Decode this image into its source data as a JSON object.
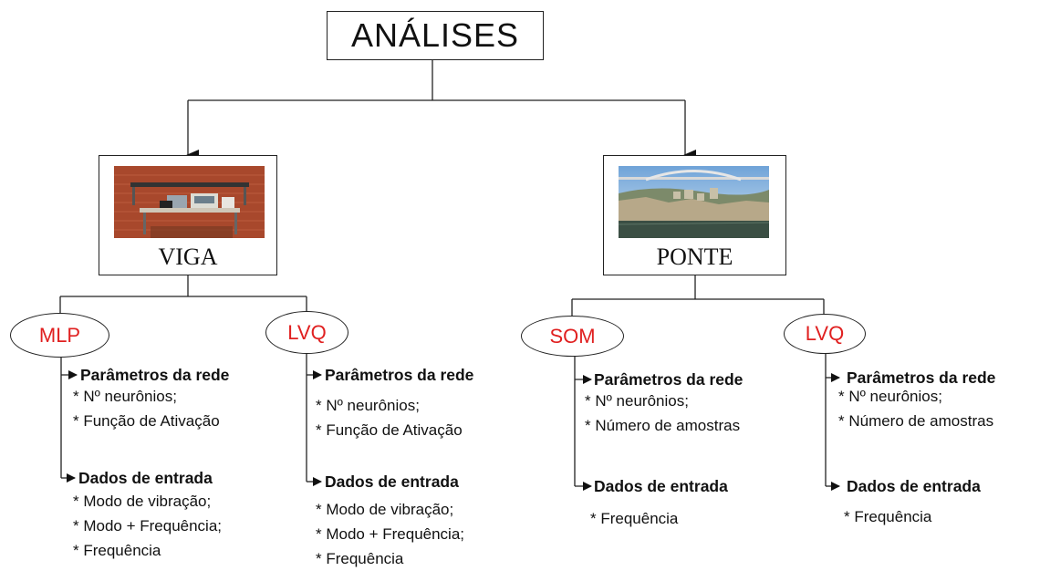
{
  "root": {
    "title": "ANÁLISES"
  },
  "structures": [
    {
      "label": "VIGA",
      "photo": "lab-beam-test-setup-photo",
      "methods": [
        {
          "name": "MLP",
          "network_header": "Parâmetros da rede",
          "network_items": [
            "* Nº neurônios;",
            "* Função de Ativação"
          ],
          "input_header": "Dados de entrada",
          "input_items": [
            "* Modo de vibração;",
            "* Modo + Frequência;",
            "* Frequência"
          ]
        },
        {
          "name": "LVQ",
          "network_header": "Parâmetros da rede",
          "network_items": [
            "* Nº neurônios;",
            "* Função de Ativação"
          ],
          "input_header": "Dados de entrada",
          "input_items": [
            "* Modo de vibração;",
            "* Modo + Frequência;",
            "* Frequência"
          ]
        }
      ]
    },
    {
      "label": "PONTE",
      "photo": "bridge-photo",
      "methods": [
        {
          "name": "SOM",
          "network_header": "Parâmetros da rede",
          "network_items": [
            "* Nº neurônios;",
            "* Número de amostras"
          ],
          "input_header": "Dados de entrada",
          "input_items": [
            "* Frequência"
          ]
        },
        {
          "name": "LVQ",
          "network_header": "Parâmetros da rede",
          "network_items": [
            "* Nº neurônios;",
            "* Número de amostras"
          ],
          "input_header": "Dados de entrada",
          "input_items": [
            "* Frequência"
          ]
        }
      ]
    }
  ],
  "colors": {
    "method_text": "#e02020",
    "lines": "#222222"
  }
}
